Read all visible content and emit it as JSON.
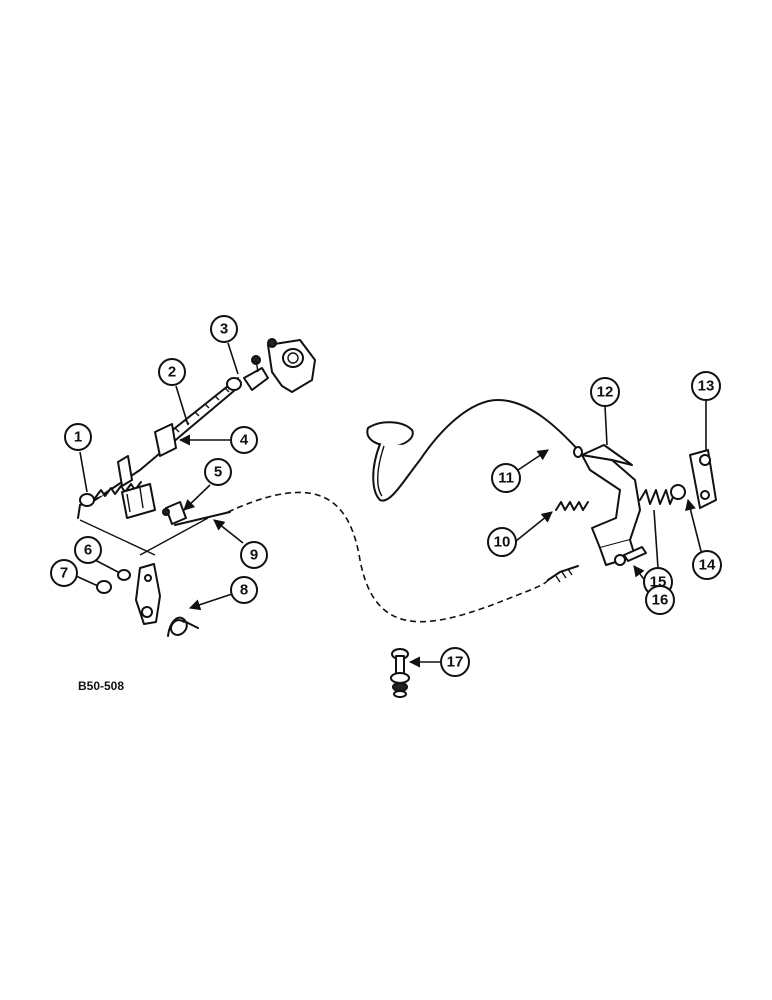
{
  "diagram": {
    "reference_code": "B50-508",
    "callouts": [
      "1",
      "2",
      "3",
      "4",
      "5",
      "6",
      "7",
      "8",
      "9",
      "10",
      "11",
      "12",
      "13",
      "14",
      "15",
      "16",
      "17"
    ]
  }
}
